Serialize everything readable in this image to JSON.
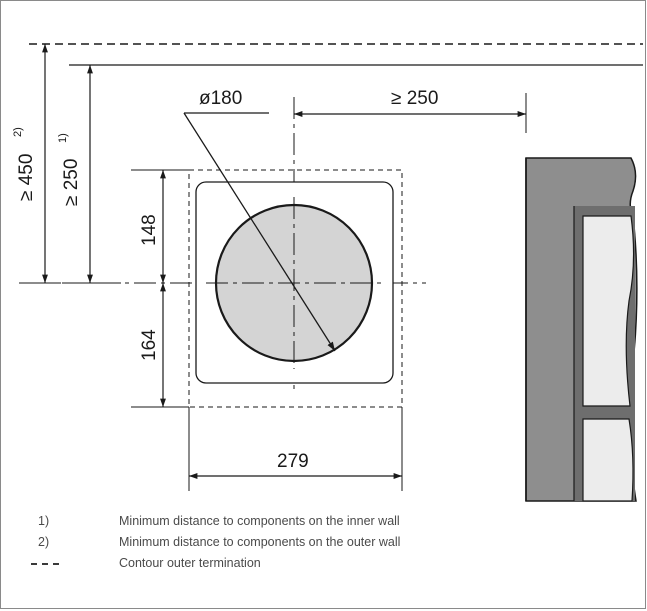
{
  "dimensions": {
    "diameter": "ø180",
    "side_clearance": "≥ 250",
    "outer_clearance": "≥ 450",
    "outer_clearance_note": "2)",
    "inner_clearance": "≥ 250",
    "inner_clearance_note": "1)",
    "upper_offset": "148",
    "lower_offset": "164",
    "width": "279"
  },
  "legend": [
    {
      "marker": "1)",
      "text": "Minimum distance to components on the inner wall"
    },
    {
      "marker": "2)",
      "text": "Minimum distance to components on the outer wall"
    },
    {
      "marker": "dashed-line",
      "text": "Contour outer termination"
    }
  ],
  "colors": {
    "line": "#1a1a1a",
    "circle_fill": "#d4d4d4",
    "wall_dark": "#8e8e8e",
    "wall_light": "#ececec",
    "legend_text": "#4a4a4a"
  }
}
